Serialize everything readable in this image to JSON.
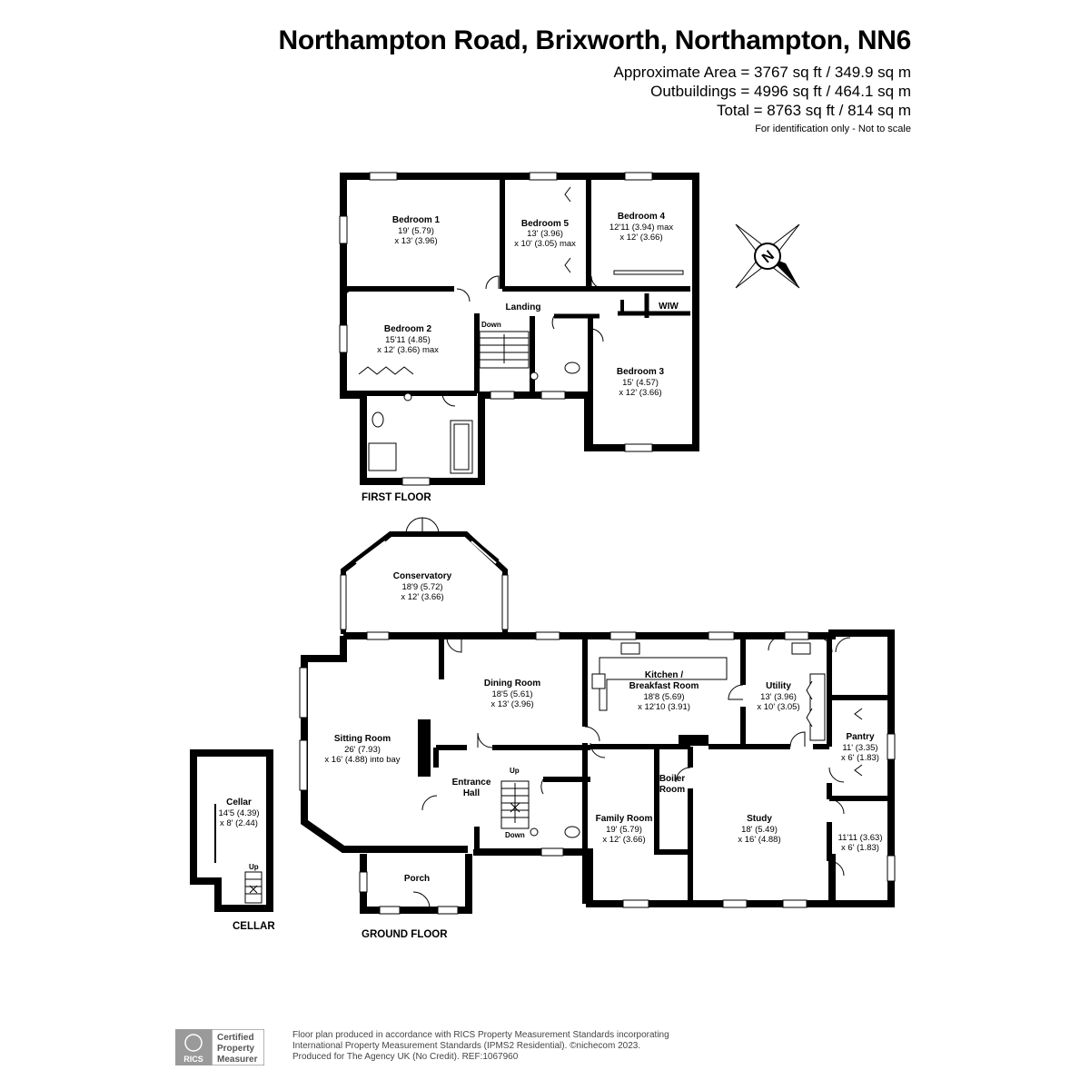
{
  "header": {
    "title": "Northampton Road, Brixworth, Northampton, NN6",
    "approx_area": "Approximate Area = 3767 sq ft / 349.9 sq m",
    "outbuildings": "Outbuildings = 4996 sq ft / 464.1 sq m",
    "total": "Total = 8763 sq ft / 814 sq m",
    "note": "For identification only - Not to scale"
  },
  "floors": {
    "first": "FIRST FLOOR",
    "ground": "GROUND FLOOR",
    "cellar": "CELLAR"
  },
  "rooms": {
    "bedroom1": {
      "name": "Bedroom 1",
      "d1": "19' (5.79)",
      "d2": "x 13' (3.96)"
    },
    "bedroom5": {
      "name": "Bedroom 5",
      "d1": "13' (3.96)",
      "d2": "x 10' (3.05) max"
    },
    "bedroom4": {
      "name": "Bedroom 4",
      "d1": "12'11 (3.94) max",
      "d2": "x 12' (3.66)"
    },
    "bedroom2": {
      "name": "Bedroom 2",
      "d1": "15'11 (4.85)",
      "d2": "x 12' (3.66) max"
    },
    "bedroom3": {
      "name": "Bedroom 3",
      "d1": "15' (4.57)",
      "d2": "x 12' (3.66)"
    },
    "landing": {
      "name": "Landing"
    },
    "wiw": {
      "name": "WIW"
    },
    "conservatory": {
      "name": "Conservatory",
      "d1": "18'9 (5.72)",
      "d2": "x 12' (3.66)"
    },
    "sitting": {
      "name": "Sitting Room",
      "d1": "26' (7.93)",
      "d2": "x 16' (4.88) into bay"
    },
    "dining": {
      "name": "Dining Room",
      "d1": "18'5 (5.61)",
      "d2": "x 13' (3.96)"
    },
    "kitchen": {
      "name1": "Kitchen /",
      "name2": "Breakfast Room",
      "d1": "18'8 (5.69)",
      "d2": "x 12'10 (3.91)"
    },
    "utility": {
      "name": "Utility",
      "d1": "13' (3.96)",
      "d2": "x 10' (3.05)"
    },
    "pantry": {
      "name": "Pantry",
      "d1": "11' (3.35)",
      "d2": "x 6' (1.83)"
    },
    "store": {
      "d1": "11'11 (3.63)",
      "d2": "x 6' (1.83)"
    },
    "entrance": {
      "name1": "Entrance",
      "name2": "Hall"
    },
    "boiler": {
      "name1": "Boiler",
      "name2": "Room"
    },
    "family": {
      "name": "Family Room",
      "d1": "19' (5.79)",
      "d2": "x 12' (3.66)"
    },
    "study": {
      "name": "Study",
      "d1": "18' (5.49)",
      "d2": "x 16' (4.88)"
    },
    "porch": {
      "name": "Porch"
    },
    "cellar": {
      "name": "Cellar",
      "d1": "14'5 (4.39)",
      "d2": "x 8' (2.44)"
    }
  },
  "stairs": {
    "down": "Down",
    "up": "Up"
  },
  "compass": {
    "letter": "N",
    "icon": "compass-icon"
  },
  "footer": {
    "badge_line1": "Certified",
    "badge_line2": "Property",
    "badge_line3": "Measurer",
    "badge_logo": "RICS",
    "line1": "Floor plan produced in accordance with RICS Property Measurement Standards incorporating",
    "line2": "International Property Measurement Standards (IPMS2 Residential).  ©nichecom 2023.",
    "line3": "Produced for The Agency UK (No Credit).   REF:1067960"
  }
}
